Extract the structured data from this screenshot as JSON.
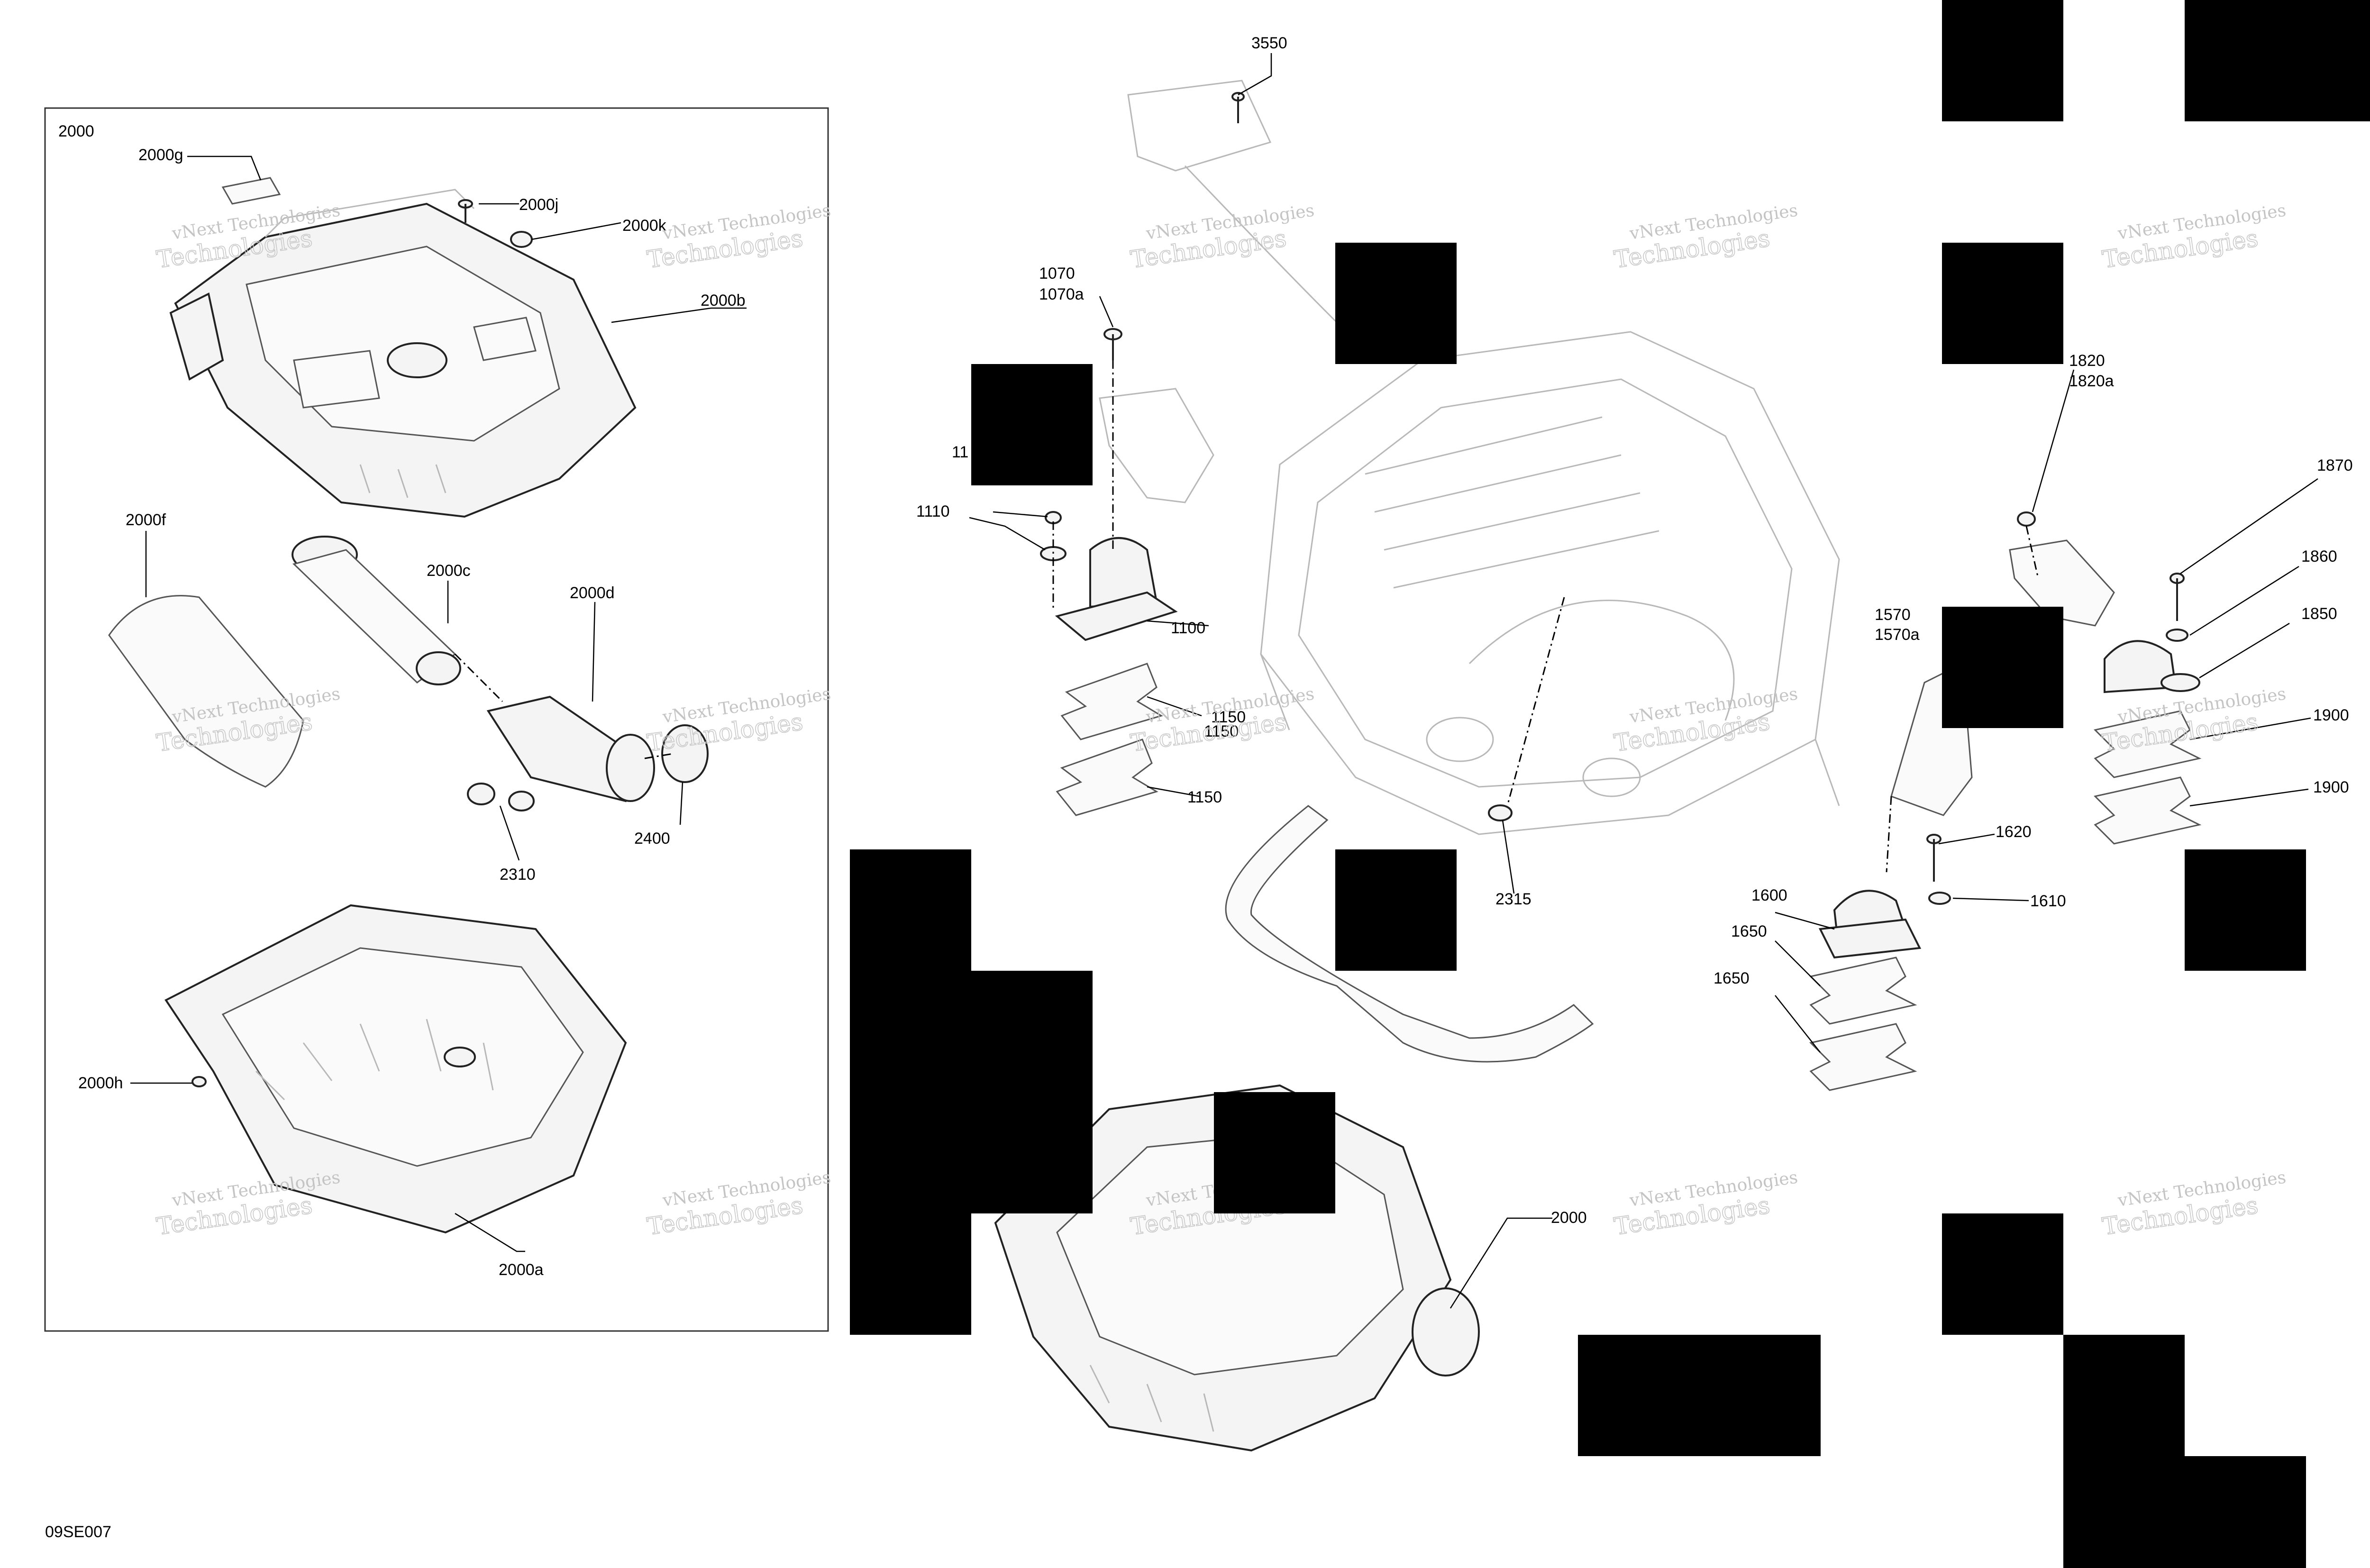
{
  "diagram": {
    "code": "09SE007",
    "inset_title": "2000",
    "watermark": {
      "line1": "vNext Technologies",
      "line2": "Technologies"
    },
    "callouts": [
      "2000g",
      "2000j",
      "2000k",
      "2000b",
      "2000f",
      "2000c",
      "2000d",
      "2400",
      "2310",
      "2000h",
      "2000a",
      "3550",
      "1070",
      "1070a",
      "11",
      "1110",
      "1100",
      "1150",
      "1150",
      "1150",
      "2315",
      "2000",
      "1820",
      "1820a",
      "1870",
      "1860",
      "1850",
      "1570",
      "1570a",
      "1900",
      "1900",
      "1620",
      "1600",
      "1610",
      "1650",
      "1650"
    ]
  }
}
